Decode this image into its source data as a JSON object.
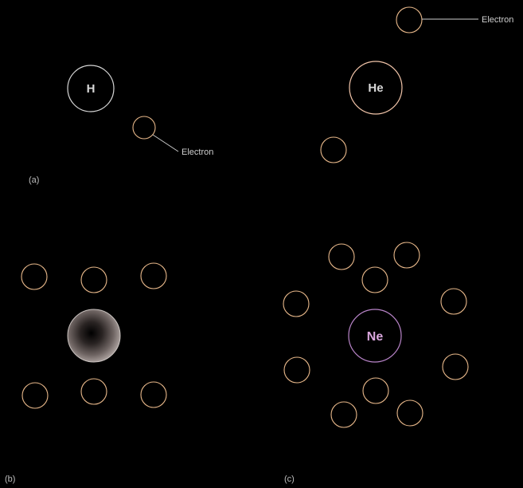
{
  "colors": {
    "background": "#000000",
    "hydrogen_nucleus": "#d6d6d6",
    "helium_nucleus": "#f0c3a8",
    "neon_nucleus": "#b884c8",
    "electron": "#e8b88a",
    "leader_line": "#cfcfcf"
  },
  "panel_a": {
    "label": "(a)",
    "hydrogen": {
      "symbol": "H",
      "electron_label": "Electron"
    },
    "helium": {
      "symbol": "He",
      "electron_label": "Electron"
    }
  },
  "panel_b": {
    "label": "(b)"
  },
  "panel_c": {
    "label": "(c)",
    "neon": {
      "symbol": "Ne"
    }
  }
}
